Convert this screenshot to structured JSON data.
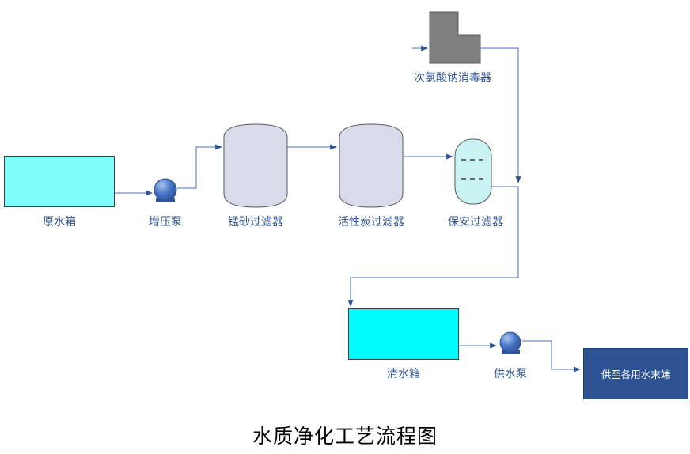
{
  "diagram": {
    "title": "水质净化工艺流程图",
    "nodes": {
      "raw_water_tank": "原水箱",
      "booster_pump": "增压泵",
      "manganese_filter": "锰砂过滤器",
      "activated_carbon_filter": "活性炭过滤器",
      "security_filter": "保安过滤器",
      "disinfector": "次氯酸钠消毒器",
      "clean_water_tank": "清水箱",
      "supply_pump": "供水泵",
      "end_terminal": "供至各用水末端"
    },
    "colors": {
      "connector_line": "#4472C4",
      "arrowhead": "#2F5496",
      "label_text": "#2F5496",
      "raw_tank_fill": "#80FEFE",
      "clean_tank_fill": "#00FDFD",
      "filter_vessel_fill": "#D8DCEA",
      "security_filter_fill": "#C9F2F2",
      "disinfector_fill": "#7F7F7F",
      "end_box_fill": "#2E5395",
      "pump_fill": "#4472C4",
      "title_text": "#000000"
    }
  }
}
